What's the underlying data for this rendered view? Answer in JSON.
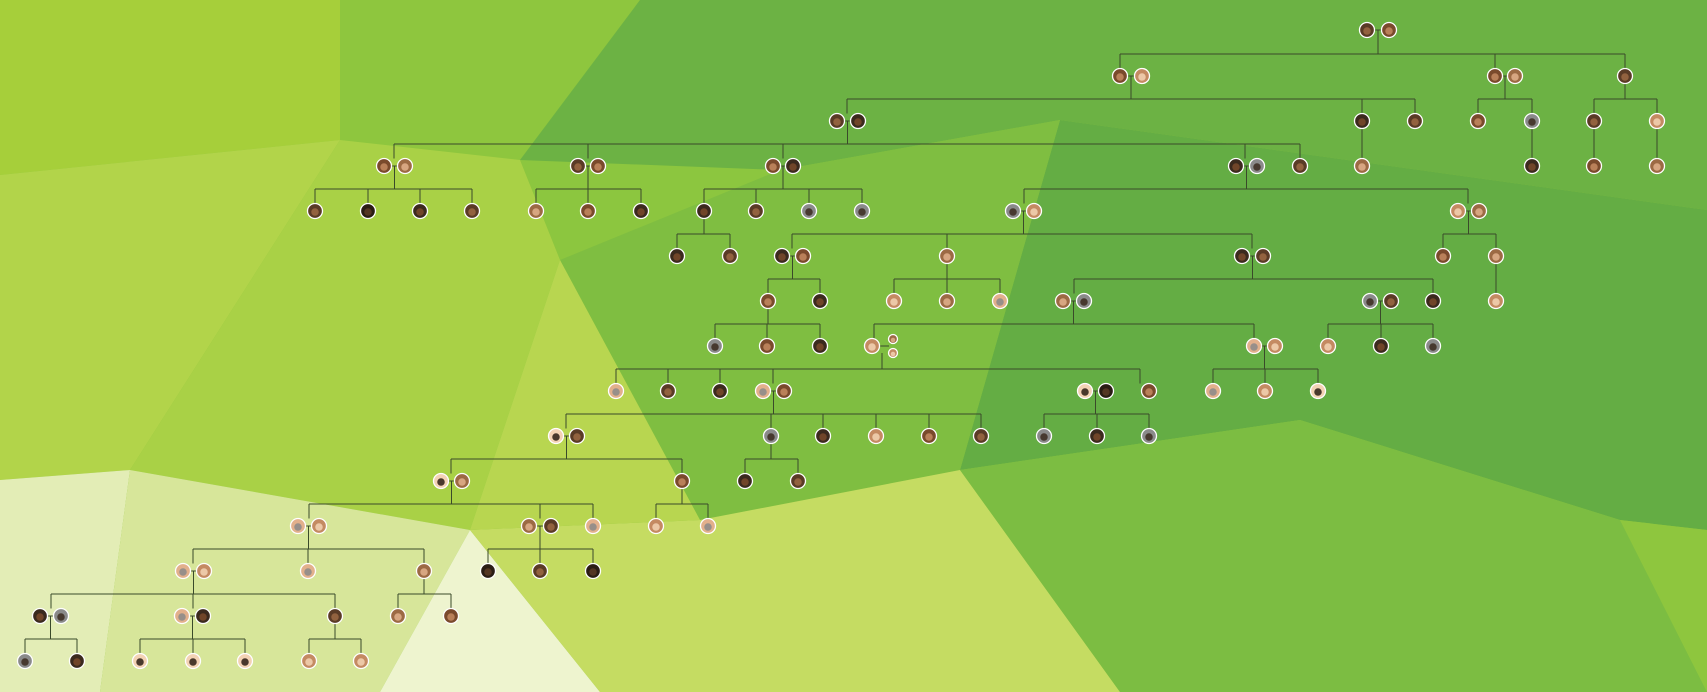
{
  "background": {
    "colors": [
      "#a8d038",
      "#8cc63f",
      "#6ab04c",
      "#c5dc6a",
      "#e8f0c0",
      "#5fa843"
    ]
  },
  "avatar_tones": [
    "#3b2a1e",
    "#5a3b26",
    "#7a4a2c",
    "#9c6a44",
    "#c48a62",
    "#e2b08c",
    "#f3d2b4",
    "#8a8a8a",
    "#2a1d14"
  ],
  "ring_color": "#ffffff",
  "line_color": "#3a4a2a",
  "people": [
    {
      "id": "p1",
      "gen": 0,
      "tone": 1
    },
    {
      "id": "p2",
      "gen": 0,
      "tone": 2
    },
    {
      "id": "p3",
      "gen": 1,
      "tone": 2
    },
    {
      "id": "p4",
      "gen": 1,
      "tone": 3
    },
    {
      "id": "p5",
      "gen": 1,
      "tone": 2
    },
    {
      "id": "p6",
      "gen": 1,
      "tone": 4
    },
    {
      "id": "p7",
      "gen": 1,
      "tone": 1
    }
  ]
}
